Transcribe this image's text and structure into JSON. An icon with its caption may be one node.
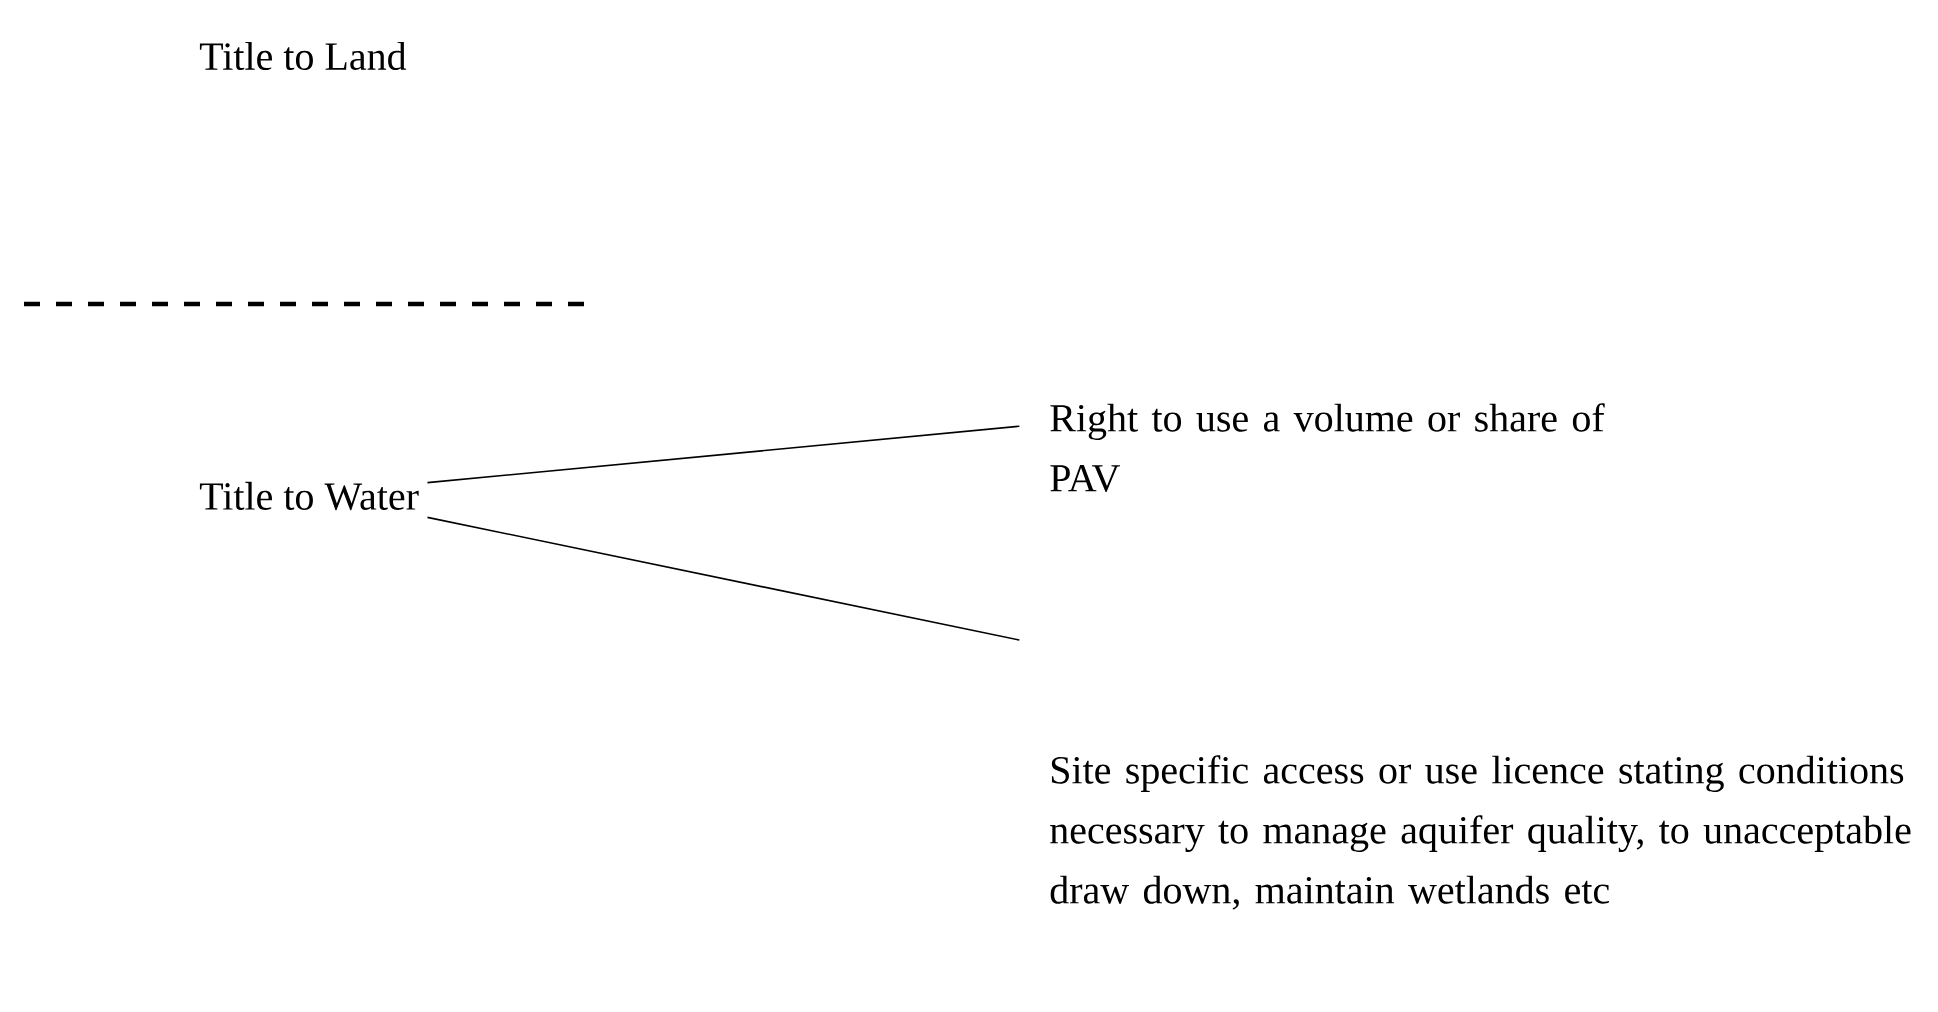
{
  "diagram": {
    "nodes": [
      {
        "text": [
          "Title to Water"
        ]
      },
      {
        "text": [
          "Right to use a volume or share of PAV"
        ]
      },
      {
        "text": [
          "Site specific access or use licence stating conditions necessary to manage aquifer quality, to unacceptable draw down, maintain wetlands etc"
        ]
      }
    ],
    "edges": [
      {
        "from": 0,
        "to": 1,
        "arrow": "none"
      },
      {
        "from": 0,
        "to": 2,
        "arrow": "none"
      }
    ],
    "labels": [
      "Title to Land"
    ]
  }
}
